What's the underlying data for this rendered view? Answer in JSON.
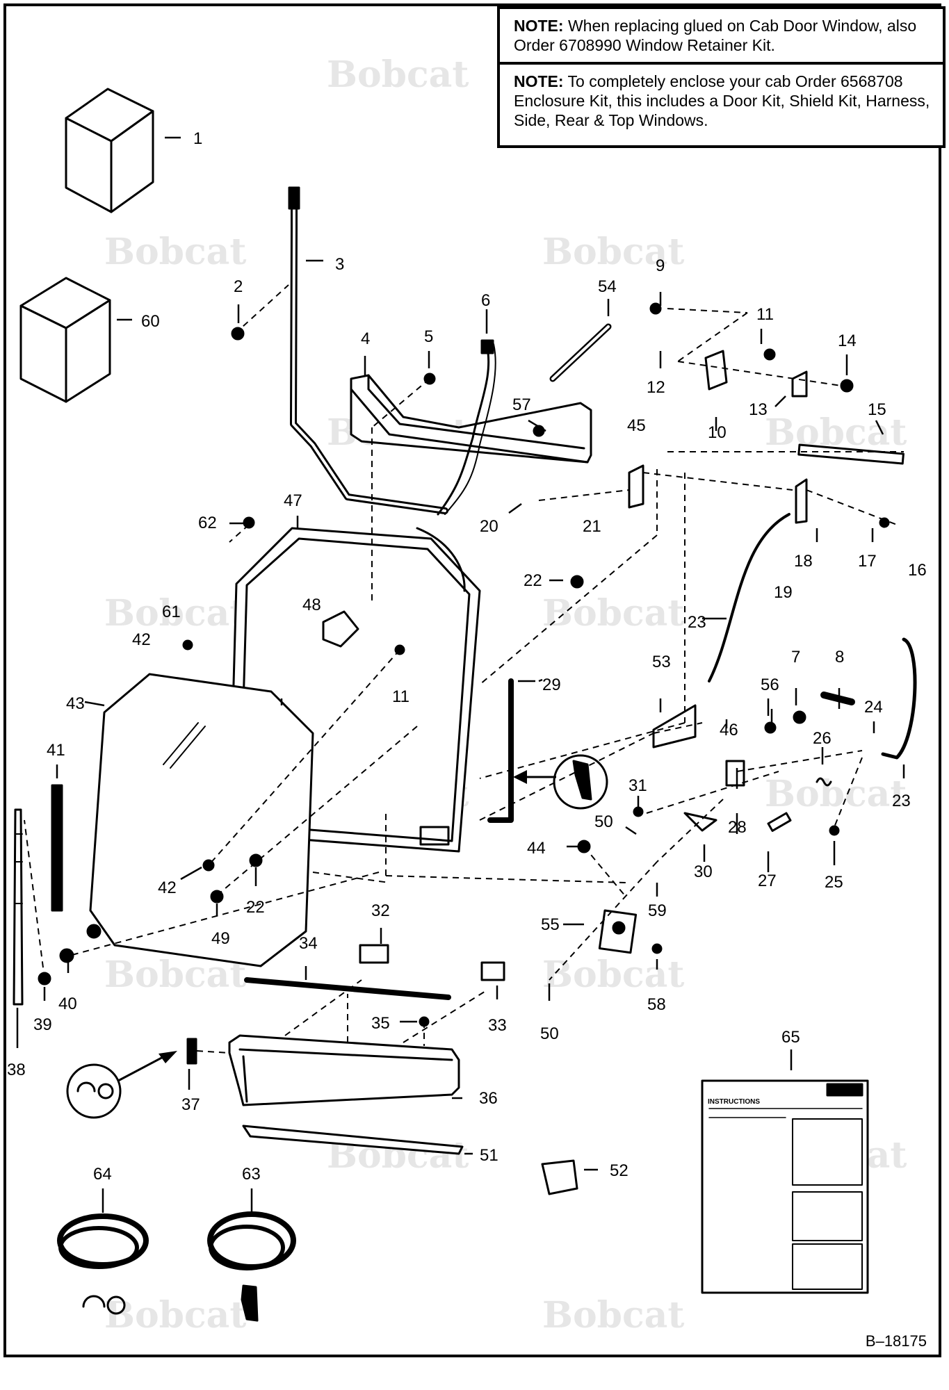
{
  "notes": [
    {
      "label": "NOTE:",
      "text": "When replacing glued on Cab Door Window, also Order 6708990 Window Retainer Kit."
    },
    {
      "label": "NOTE:",
      "text": "To completely enclose your cab Order 6568708 Enclosure Kit, this includes a Door Kit, Shield Kit, Harness, Side, Rear & Top Windows."
    }
  ],
  "watermark": "Bobcat",
  "instructions_label": "INSTRUCTIONS",
  "document_id": "B–18175",
  "callouts": [
    "1",
    "2",
    "3",
    "4",
    "5",
    "6",
    "7",
    "8",
    "9",
    "10",
    "11",
    "11",
    "12",
    "13",
    "14",
    "15",
    "16",
    "17",
    "18",
    "19",
    "20",
    "21",
    "22",
    "22",
    "23",
    "23",
    "24",
    "25",
    "26",
    "27",
    "28",
    "29",
    "30",
    "31",
    "32",
    "33",
    "34",
    "35",
    "36",
    "37",
    "38",
    "39",
    "40",
    "41",
    "42",
    "42",
    "43",
    "44",
    "45",
    "46",
    "47",
    "48",
    "49",
    "50",
    "50",
    "51",
    "52",
    "53",
    "54",
    "55",
    "56",
    "57",
    "58",
    "59",
    "60",
    "61",
    "62",
    "63",
    "64",
    "65"
  ]
}
